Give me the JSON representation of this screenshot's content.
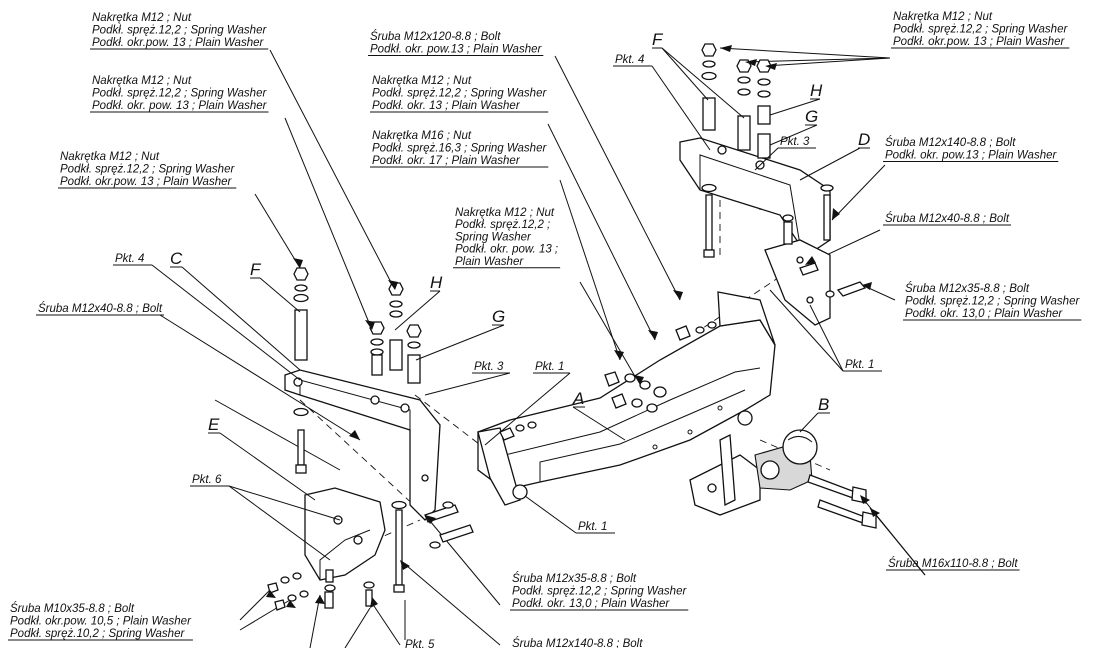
{
  "callouts": [
    {
      "id": "nut-m12-tl1",
      "lines": [
        "Nakrętka  M12 ; Nut",
        "Podkł. spręż.12,2 ; Spring Washer",
        "Podkł. okr.pow. 13 ; Plain Washer"
      ]
    },
    {
      "id": "nut-m12-tl2",
      "lines": [
        "Nakrętka  M12 ; Nut",
        "Podkł. spręż.12,2 ; Spring Washer",
        "Podkł. okr. pow. 13 ; Plain Washer"
      ]
    },
    {
      "id": "nut-m12-left",
      "lines": [
        "Nakrętka  M12 ; Nut",
        "Podkł. spręż.12,2 ; Spring Washer",
        "Podkł. okr.pow. 13 ; Plain Washer"
      ]
    },
    {
      "id": "bolt-m12x120",
      "lines": [
        "Śruba M12x120-8.8 ;  Bolt",
        "Podkł. okr. pow.13 ; Plain Washer"
      ]
    },
    {
      "id": "nut-m12-mid",
      "lines": [
        "Nakrętka  M12 ; Nut",
        "Podkł. spręż.12,2 ; Spring Washer",
        "Podkł. okr. 13 ; Plain Washer"
      ]
    },
    {
      "id": "nut-m16",
      "lines": [
        "Nakrętka  M16 ; Nut",
        "Podkł. spręż.16,3 ; Spring Washer",
        "Podkł. okr. 17 ; Plain Washer"
      ]
    },
    {
      "id": "nut-m12-center",
      "lines": [
        "Nakrętka  M12 ; Nut",
        "Podkł. spręż.12,2 ;",
        "Spring Washer",
        "Podkł. okr. pow. 13 ;",
        "Plain Washer"
      ]
    },
    {
      "id": "nut-m12-tr",
      "lines": [
        "Nakrętka  M12 ; Nut",
        "Podkł. spręż.12,2 ; Spring Washer",
        "Podkł. okr.pow. 13 ; Plain Washer"
      ]
    },
    {
      "id": "bolt-m12x140-r",
      "lines": [
        "Śruba M12x140-8.8 ;  Bolt",
        "Podkł. okr. pow.13 ; Plain Washer"
      ]
    },
    {
      "id": "bolt-m12x40-r",
      "lines": [
        "Śruba M12x40-8.8 ;  Bolt"
      ]
    },
    {
      "id": "bolt-m12x35-r",
      "lines": [
        "Śruba M12x35-8.8 ;  Bolt",
        "Podkł. spręż.12,2 ; Spring Washer",
        "Podkł. okr. 13,0 ; Plain Washer"
      ]
    },
    {
      "id": "bolt-m12x40-l",
      "lines": [
        "Śruba M12x40-8.8 ;  Bolt"
      ]
    },
    {
      "id": "bolt-m16x110",
      "lines": [
        "Śruba M16x110-8.8 ;  Bolt"
      ]
    },
    {
      "id": "bolt-m12x35-b",
      "lines": [
        "Śruba M12x35-8.8 ;  Bolt",
        "Podkł. spręż.12,2 ; Spring Washer",
        "Podkł. okr. 13,0 ; Plain Washer"
      ]
    },
    {
      "id": "bolt-m10x35",
      "lines": [
        "Śruba M10x35-8.8 ;  Bolt",
        "Podkł. okr.pow. 10,5 ; Plain Washer",
        "Podkł. spręż.10,2 ; Spring Washer"
      ]
    },
    {
      "id": "bolt-m12x140-b",
      "lines": [
        "Śruba M12x140-8.8 ;  Bolt"
      ]
    }
  ],
  "part_letters": {
    "A": "A",
    "B": "B",
    "C": "C",
    "D": "D",
    "E": "E",
    "F": "F",
    "F2": "F",
    "G": "G",
    "G2": "G",
    "H": "H",
    "H2": "H"
  },
  "points": {
    "pkt1_a": "Pkt. 1",
    "pkt1_b": "Pkt. 1",
    "pkt1_c": "Pkt. 1",
    "pkt3_a": "Pkt. 3",
    "pkt3_b": "Pkt. 3",
    "pkt4_a": "Pkt. 4",
    "pkt4_b": "Pkt. 4",
    "pkt5": "Pkt. 5",
    "pkt6": "Pkt. 6"
  }
}
